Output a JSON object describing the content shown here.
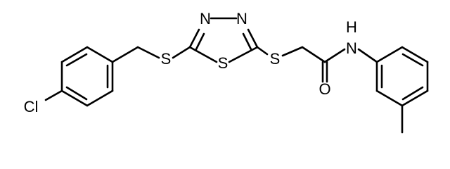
{
  "molecule": {
    "atoms": {
      "chlorine": "Cl",
      "sulfur_thioether_left": "S",
      "sulfur_ring": "S",
      "sulfur_thioether_right": "S",
      "nitrogen_ring_left": "N",
      "nitrogen_ring_right": "N",
      "nitrogen_amide": "N",
      "hydrogen_amide": "H",
      "oxygen_carbonyl": "O"
    }
  }
}
